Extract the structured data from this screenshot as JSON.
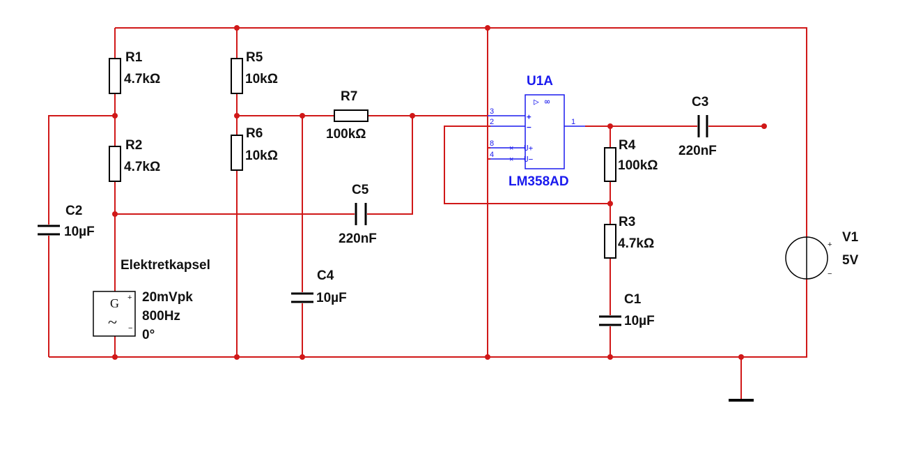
{
  "components": {
    "r1": {
      "ref": "R1",
      "value": "4.7kΩ"
    },
    "r2": {
      "ref": "R2",
      "value": "4.7kΩ"
    },
    "r3": {
      "ref": "R3",
      "value": "4.7kΩ"
    },
    "r4": {
      "ref": "R4",
      "value": "100kΩ"
    },
    "r5": {
      "ref": "R5",
      "value": "10kΩ"
    },
    "r6": {
      "ref": "R6",
      "value": "10kΩ"
    },
    "r7": {
      "ref": "R7",
      "value": "100kΩ"
    },
    "c1": {
      "ref": "C1",
      "value": "10µF"
    },
    "c2": {
      "ref": "C2",
      "value": "10µF"
    },
    "c3": {
      "ref": "C3",
      "value": "220nF"
    },
    "c4": {
      "ref": "C4",
      "value": "10µF"
    },
    "c5": {
      "ref": "C5",
      "value": "220nF"
    },
    "v1": {
      "ref": "V1",
      "value": "5V",
      "plus": "+",
      "minus": "−"
    },
    "mic": {
      "name": "Elektretkapsel",
      "amplitude": "20mVpk",
      "frequency": "800Hz",
      "phase": "0°",
      "glyph": "G",
      "wave": "~",
      "plus": "+",
      "minus": "−"
    },
    "u1": {
      "ref": "U1A",
      "part": "LM358AD",
      "pin_noninv": "3",
      "pin_inv": "2",
      "pin_vplus": "8",
      "pin_vminus": "4",
      "pin_out": "1",
      "plus_mark": "+",
      "minus_mark": "−",
      "vplus_label": "U+",
      "vminus_label": "U−",
      "symbol": "▷ ∞"
    }
  },
  "colors": {
    "wire": "#d01818",
    "component": "#000000",
    "ic": "#1a1aee"
  }
}
